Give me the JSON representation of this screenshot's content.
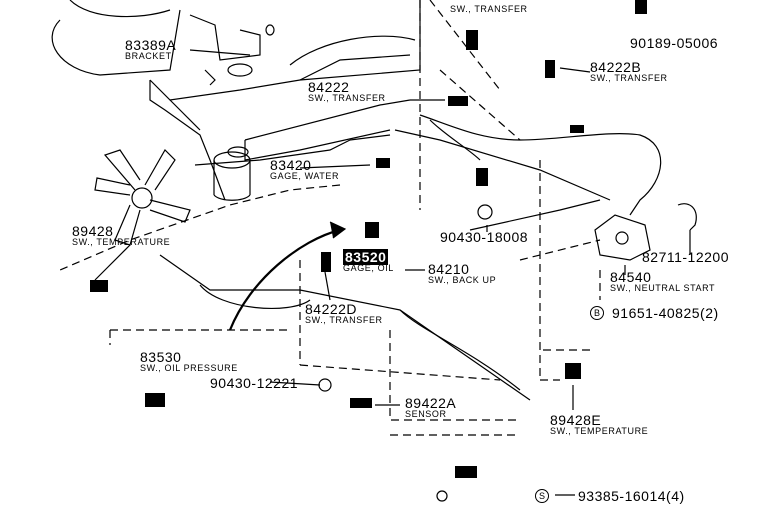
{
  "parts": [
    {
      "number": "83389A",
      "name": "BRACKET"
    },
    {
      "number": "84222",
      "name": "SW., TRANSFER"
    },
    {
      "number": "83420",
      "name": "GAGE, WATER"
    },
    {
      "number": "89428",
      "name": "SW., TEMPERATURE"
    },
    {
      "number": "83520",
      "name": "GAGE, OIL"
    },
    {
      "number": "84210",
      "name": "SW., BACK UP"
    },
    {
      "number": "84222D",
      "name": "SW., TRANSFER"
    },
    {
      "number": "83530",
      "name": "SW., OIL PRESSURE"
    },
    {
      "number": "89422A",
      "name": "SENSOR"
    },
    {
      "number": "89428E",
      "name": "SW., TEMPERATURE"
    },
    {
      "number": "84222B",
      "name": "SW., TRANSFER"
    },
    {
      "number": "84540",
      "name": "SW., NEUTRAL START"
    }
  ],
  "top_transfer_label": "SW., TRANSFER",
  "hardware": [
    {
      "number": "90189-05006"
    },
    {
      "number": "90430-18008"
    },
    {
      "number": "82711-12200"
    },
    {
      "number": "90430-12221"
    },
    {
      "symbol": "B",
      "number": "91651-40825",
      "qty": "(2)"
    },
    {
      "symbol": "S",
      "number": "93385-16014",
      "qty": "(4)"
    }
  ]
}
